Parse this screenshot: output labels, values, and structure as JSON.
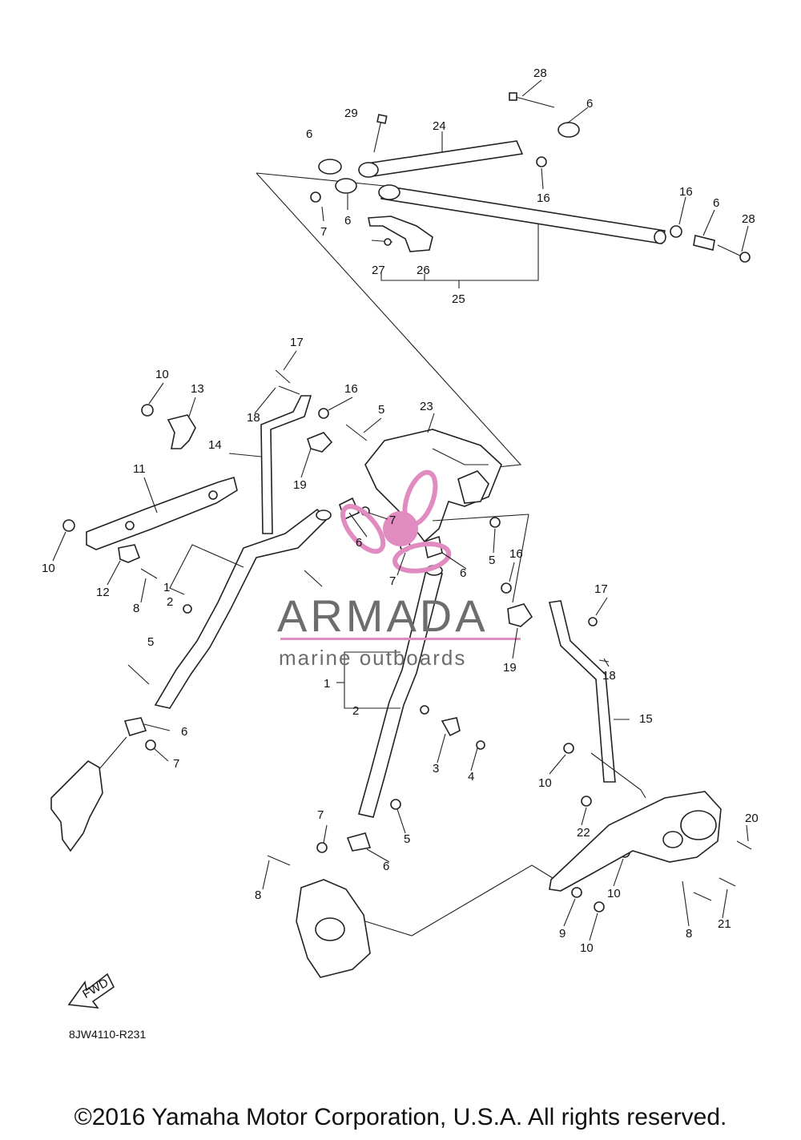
{
  "diagram": {
    "callouts": [
      {
        "id": "c28a",
        "label": "28"
      },
      {
        "id": "c6a",
        "label": "6"
      },
      {
        "id": "c29",
        "label": "29"
      },
      {
        "id": "c24",
        "label": "24"
      },
      {
        "id": "c6b",
        "label": "6"
      },
      {
        "id": "c16a",
        "label": "16"
      },
      {
        "id": "c6c",
        "label": "6"
      },
      {
        "id": "c7a",
        "label": "7"
      },
      {
        "id": "c16b",
        "label": "16"
      },
      {
        "id": "c6d",
        "label": "6"
      },
      {
        "id": "c28b",
        "label": "28"
      },
      {
        "id": "c27",
        "label": "27"
      },
      {
        "id": "c26",
        "label": "26"
      },
      {
        "id": "c25",
        "label": "25"
      },
      {
        "id": "c17a",
        "label": "17"
      },
      {
        "id": "c10a",
        "label": "10"
      },
      {
        "id": "c13",
        "label": "13"
      },
      {
        "id": "c16c",
        "label": "16"
      },
      {
        "id": "c18a",
        "label": "18"
      },
      {
        "id": "c5a",
        "label": "5"
      },
      {
        "id": "c23",
        "label": "23"
      },
      {
        "id": "c14",
        "label": "14"
      },
      {
        "id": "c19a",
        "label": "19"
      },
      {
        "id": "c11",
        "label": "11"
      },
      {
        "id": "c7b",
        "label": "7"
      },
      {
        "id": "c6e",
        "label": "6"
      },
      {
        "id": "c10b",
        "label": "10"
      },
      {
        "id": "c5b",
        "label": "5"
      },
      {
        "id": "c6f",
        "label": "6"
      },
      {
        "id": "c7c",
        "label": "7"
      },
      {
        "id": "c12",
        "label": "12"
      },
      {
        "id": "c1a",
        "label": "1"
      },
      {
        "id": "c8a",
        "label": "8"
      },
      {
        "id": "c2a",
        "label": "2"
      },
      {
        "id": "c16d",
        "label": "16"
      },
      {
        "id": "c17b",
        "label": "17"
      },
      {
        "id": "c5c",
        "label": "5"
      },
      {
        "id": "c19b",
        "label": "19"
      },
      {
        "id": "c18b",
        "label": "18"
      },
      {
        "id": "c1b",
        "label": "1"
      },
      {
        "id": "c2b",
        "label": "2"
      },
      {
        "id": "c15",
        "label": "15"
      },
      {
        "id": "c6g",
        "label": "6"
      },
      {
        "id": "c7d",
        "label": "7"
      },
      {
        "id": "c3",
        "label": "3"
      },
      {
        "id": "c4",
        "label": "4"
      },
      {
        "id": "c10c",
        "label": "10"
      },
      {
        "id": "c20",
        "label": "20"
      },
      {
        "id": "c22",
        "label": "22"
      },
      {
        "id": "c7e",
        "label": "7"
      },
      {
        "id": "c5d",
        "label": "5"
      },
      {
        "id": "c6h",
        "label": "6"
      },
      {
        "id": "c8b",
        "label": "8"
      },
      {
        "id": "c10d",
        "label": "10"
      },
      {
        "id": "c21",
        "label": "21"
      },
      {
        "id": "c8c",
        "label": "8"
      },
      {
        "id": "c9",
        "label": "9"
      },
      {
        "id": "c10e",
        "label": "10"
      }
    ],
    "fwd_label": "FWD",
    "ref_code": "8JW4110-R231"
  },
  "watermark": {
    "brand": "ARMADA",
    "tagline": "marine outboards",
    "accent_color": "#e08cc0",
    "text_color": "#6d6d6d"
  },
  "footer": {
    "copyright": "©2016 Yamaha Motor Corporation, U.S.A. All rights reserved."
  }
}
